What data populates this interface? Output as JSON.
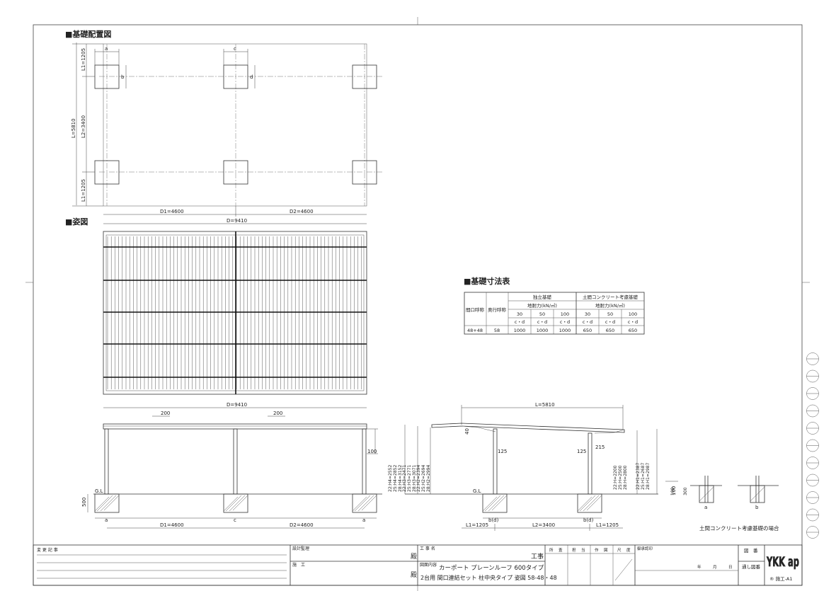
{
  "plan": {
    "title": "■基礎配置図",
    "tag_a": "a",
    "tag_b": "b",
    "tag_c": "c",
    "tag_d": "d",
    "dim_l1_top": "L1=1205",
    "dim_l2": "L2=3400",
    "dim_l1_bot": "L1=1205",
    "dim_l": "L=5810",
    "dim_d1": "D1=4600",
    "dim_d2": "D2=4600",
    "dim_d": "D=9410"
  },
  "view": {
    "title": "■姿図"
  },
  "table": {
    "title": "■基礎寸法表",
    "head_span": "間口呼称",
    "head_depth": "奥行呼称",
    "group1": "独立基礎",
    "group2": "土間コンクリート考慮基礎",
    "bearing": "地耐力(kN/㎡)",
    "loads": [
      "30",
      "50",
      "100",
      "30",
      "50",
      "100"
    ],
    "cd": "c・d",
    "row": [
      "48+48",
      "58",
      "1000",
      "1000",
      "1000",
      "650",
      "650",
      "650"
    ]
  },
  "front": {
    "dim_d": "D=9410",
    "dim_200a": "200",
    "dim_200b": "200",
    "dim_100": "100",
    "gl": "G.L",
    "dim_500": "500",
    "tag_a1": "a",
    "tag_c": "c",
    "tag_a2": "a",
    "dim_d1": "D1=4600",
    "dim_d2": "D2=4600"
  },
  "side": {
    "dim_l": "L=5810",
    "dim_40": "40",
    "dim_125a": "125",
    "dim_125b": "125",
    "dim_215": "215",
    "gl": "G.L",
    "dim_100": "100",
    "left_heights": [
      "22:H4=2552",
      "25:H4=2852",
      "28:H4=3152",
      "22:H3=2471",
      "25:H3=2771",
      "28:H3=3071",
      "22:H2=2394",
      "25:H2=2694",
      "28:H2=2994"
    ],
    "right_heights": [
      "22:H=2200",
      "25:H=2500",
      "28:H=2800",
      "22:H1=2387",
      "25:H1=2687",
      "28:H1=2987"
    ],
    "tag_bd1": "b(d)",
    "tag_bd2": "b(d)",
    "dim_l1a": "L1=1205",
    "dim_l2": "L2=3400",
    "dim_l1b": "L1=1205"
  },
  "detail": {
    "dim_300": "300",
    "dim_100": "100",
    "tag_a": "a",
    "tag_b": "b",
    "caption": "土間コンクリート考慮基礎の場合"
  },
  "titleblock": {
    "revision": "変 更 記 事",
    "design": "設計監理",
    "construction": "施　工",
    "sama1": "殿",
    "sama2": "殿",
    "project_label": "工 事 名",
    "project_suffix": "工事",
    "drawing_label": "図面内容",
    "drawing_line1": "カーポート プレーンルーフ 600タイプ",
    "drawing_line2": "2台用 間口連結セット 柱中央タイプ 姿図 58-48・48",
    "approval": [
      "所",
      "査",
      "担",
      "当",
      "作",
      "図",
      "尺",
      "度"
    ],
    "consent": "御承認印",
    "date": [
      "年",
      "月",
      "日"
    ],
    "drawing_no": "図　番",
    "serial_no": "通し図番",
    "logo": "YKK ap",
    "code": "® 施工-A1"
  }
}
